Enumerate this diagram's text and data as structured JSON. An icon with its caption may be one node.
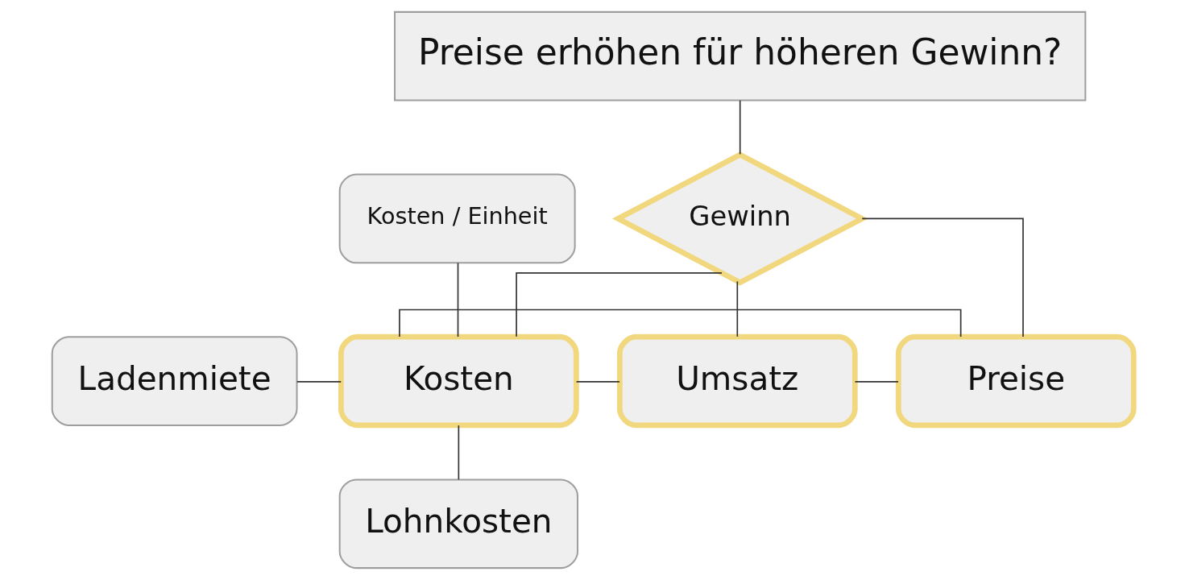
{
  "diagram": {
    "nodes": [
      {
        "text": [
          "Preise erhöhen für höheren Gewinn?"
        ]
      },
      {
        "text": [
          "Gewinn"
        ]
      },
      {
        "text": [
          "Kosten / Einheit"
        ]
      },
      {
        "text": [
          "Ladenmiete"
        ]
      },
      {
        "text": [
          "Kosten"
        ]
      },
      {
        "text": [
          "Umsatz"
        ]
      },
      {
        "text": [
          "Preise"
        ]
      },
      {
        "text": [
          "Lohnkosten"
        ]
      }
    ],
    "edges": [
      {
        "from": 0,
        "to": 1,
        "arrow": "none"
      },
      {
        "from": 1,
        "to": 4,
        "arrow": "none"
      },
      {
        "from": 1,
        "to": 5,
        "arrow": "none"
      },
      {
        "from": 1,
        "to": 6,
        "arrow": "none"
      },
      {
        "from": 2,
        "to": 4,
        "arrow": "none"
      },
      {
        "from": 3,
        "to": 4,
        "arrow": "none"
      },
      {
        "from": 4,
        "to": 7,
        "arrow": "none"
      },
      {
        "from": 4,
        "to": 5,
        "arrow": "none"
      },
      {
        "from": 5,
        "to": 6,
        "arrow": "none"
      },
      {
        "from": 4,
        "to": 6,
        "arrow": "none"
      }
    ]
  }
}
